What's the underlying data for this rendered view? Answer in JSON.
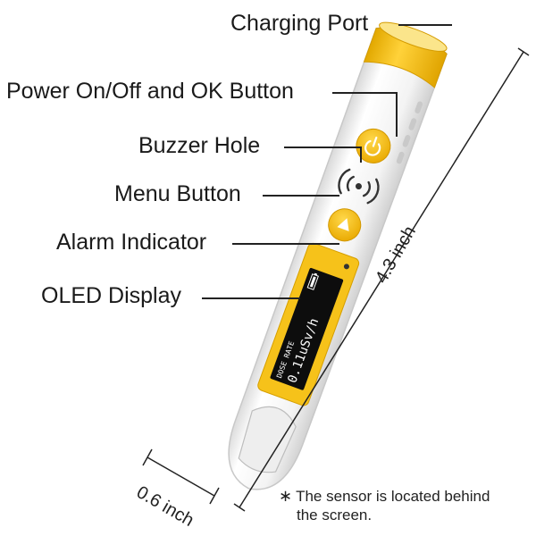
{
  "labels": {
    "charging_port": "Charging Port",
    "power_button": "Power On/Off and OK Button",
    "buzzer_hole": "Buzzer Hole",
    "menu_button": "Menu Button",
    "alarm_indicator": "Alarm Indicator",
    "oled_display": "OLED Display"
  },
  "dimensions": {
    "length": "4.3 inch",
    "width": "0.6 inch"
  },
  "screen": {
    "caption": "DOSE RATE",
    "reading": "0.11uSv/h"
  },
  "note": {
    "asterisk": "∗",
    "line1": "The sensor is located behind",
    "line2": "the screen."
  },
  "colors": {
    "accent_yellow": "#f6c21a",
    "body_white": "#f4f4f4",
    "screen_black": "#0d0d0d"
  },
  "icons": {
    "power": "power-icon",
    "menu": "triangle-up-icon",
    "buzzer": "sound-waves-icon"
  }
}
